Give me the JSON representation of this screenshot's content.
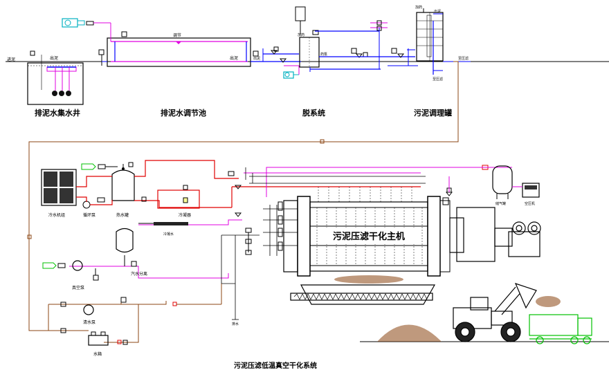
{
  "sections": {
    "sump_well": "排泥水集水井",
    "regulating_tank": "排泥水调节池",
    "dosing_system": "脱系统",
    "sludge_conditioning_tank": "污泥调理罐"
  },
  "main_machine": "污泥压滤干化主机",
  "diagram_title": "污泥压滤低温真空干化系统",
  "small_labels": {
    "sump_in": "进泥",
    "sump_right": "出泥",
    "tank_mid": "调节",
    "tank_out": "出泥",
    "tank_right": "出泥",
    "dose_a": "加药",
    "dose_b": "药泵",
    "cond_top": "加药",
    "cond_right": "出泥",
    "cond_bottom": "至压滤",
    "outlet_right": "至压滤",
    "chiller": "冷水机组",
    "pump1": "循环泵",
    "heat_tank": "热水罐",
    "condenser": "冷凝器",
    "condensate": "冷凝水",
    "vacuum_pump": "真空泵",
    "vapor_sep": "汽水分离",
    "water_pump": "清水泵",
    "water_tank": "水箱",
    "drain": "排水",
    "air_tank": "储气罐",
    "compressor": "空压机"
  }
}
